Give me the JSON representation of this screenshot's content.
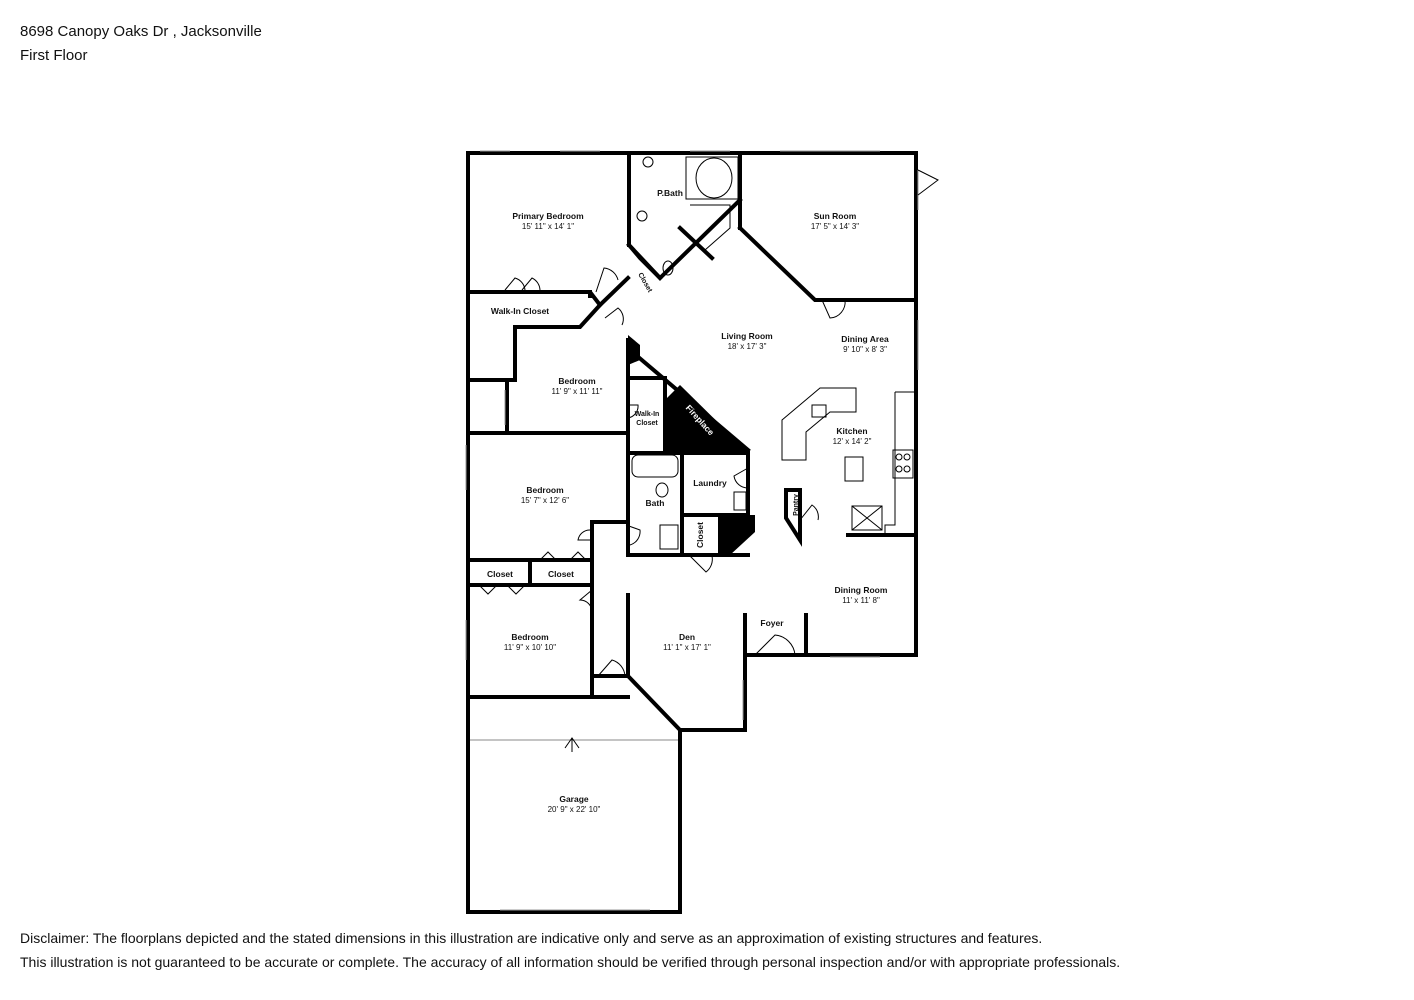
{
  "header": {
    "address": "8698 Canopy Oaks Dr , Jacksonville",
    "floor": "First Floor"
  },
  "rooms": {
    "primary_bedroom": {
      "name": "Primary Bedroom",
      "dims": "15' 11\" x 14' 1\""
    },
    "p_bath": {
      "name": "P.Bath"
    },
    "sun_room": {
      "name": "Sun Room",
      "dims": "17' 5\" x 14' 3\""
    },
    "walkin_closet": {
      "name": "Walk-In Closet"
    },
    "closet_primary": {
      "name": "Closet"
    },
    "living_room": {
      "name": "Living Room",
      "dims": "18' x 17' 3\""
    },
    "dining_area": {
      "name": "Dining Area",
      "dims": "9' 10\" x 8' 3\""
    },
    "bedroom_2": {
      "name": "Bedroom",
      "dims": "11' 9\" x 11' 11\""
    },
    "walkin_closet_small": {
      "line1": "Walk-In",
      "line2": "Closet"
    },
    "fireplace": {
      "name": "Fireplace"
    },
    "kitchen": {
      "name": "Kitchen",
      "dims": "12' x 14' 2\""
    },
    "bedroom_3": {
      "name": "Bedroom",
      "dims": "15' 7\" x 12' 6\""
    },
    "laundry": {
      "name": "Laundry"
    },
    "bath": {
      "name": "Bath"
    },
    "pantry": {
      "name": "Pantry"
    },
    "closet_hall": {
      "name": "Closet"
    },
    "closet_a": {
      "name": "Closet"
    },
    "closet_b": {
      "name": "Closet"
    },
    "dining_room": {
      "name": "Dining Room",
      "dims": "11' x 11' 8\""
    },
    "foyer": {
      "name": "Foyer"
    },
    "bedroom_4": {
      "name": "Bedroom",
      "dims": "11' 9\" x 10' 10\""
    },
    "den": {
      "name": "Den",
      "dims": "11' 1\" x 17' 1\""
    },
    "garage": {
      "name": "Garage",
      "dims": "20' 9\" x 22' 10\""
    }
  },
  "disclaimer": {
    "line1": "Disclaimer: The floorplans depicted and the stated dimensions in this illustration are indicative only and serve as an approximation of existing structures and features.",
    "line2": "This illustration is not guaranteed to be accurate or complete. The accuracy of all information should be verified through personal inspection and/or with appropriate professionals."
  }
}
